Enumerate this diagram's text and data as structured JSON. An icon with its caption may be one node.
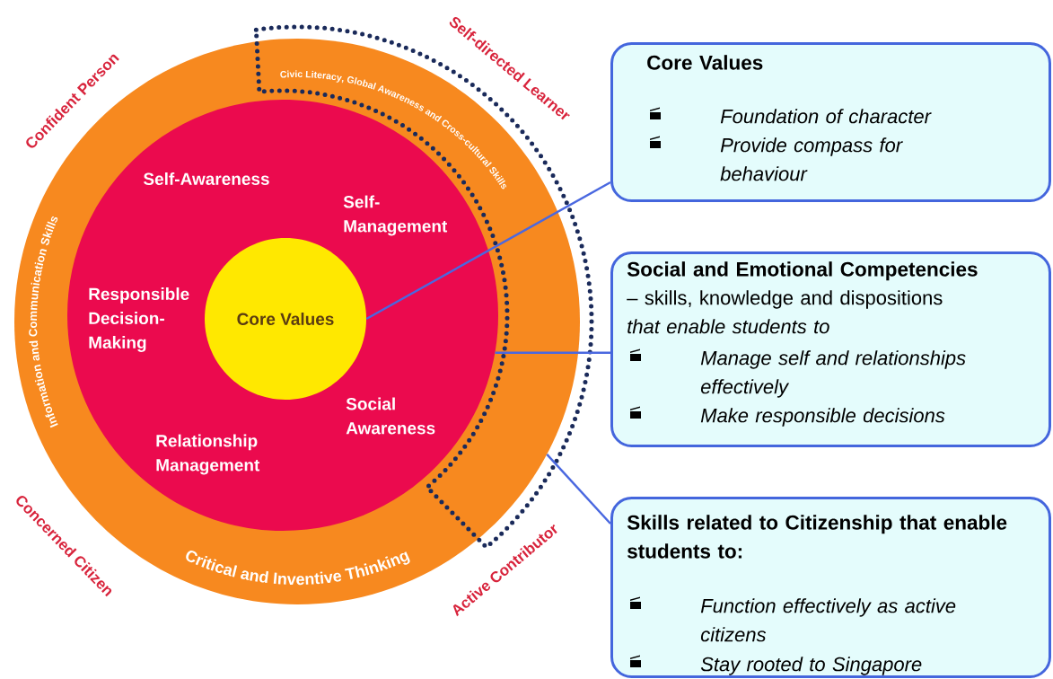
{
  "diagram": {
    "nodes": [
      {
        "text": [
          "Information and Communication Skills",
          "Civic Literacy, Global Awareness and Cross-cultural Skills",
          "Critical and Inventive Thinking"
        ]
      },
      {
        "text": [
          "Self-Awareness",
          "Self-Management",
          "Responsible Decision-Making",
          "Social Awareness",
          "Relationship Management"
        ],
        "in": 0
      },
      {
        "text": [
          "Core Values"
        ],
        "in": 1
      },
      {
        "text": [
          "Core Values",
          "Foundation of character",
          "Provide compass for behaviour"
        ]
      },
      {
        "text": [
          "Social and Emotional Competencies",
          "– skills, knowledge and dispositions *that enable students to*",
          "Manage self and relationships effectively",
          "Make responsible decisions"
        ]
      },
      {
        "text": [
          "Skills related to Citizenship that enable students to:",
          "Function effectively as active citizens",
          "Stay rooted to Singapore"
        ]
      }
    ],
    "edges": [
      {
        "from": 2,
        "to": 3,
        "arrow": "none"
      },
      {
        "from": 1,
        "to": 4,
        "arrow": "none"
      },
      {
        "from": 0,
        "to": 5,
        "arrow": "none"
      }
    ],
    "labels": [
      "Confident Person",
      "Self-directed Learner",
      "Concerned Citizen",
      "Active Contributor"
    ]
  }
}
